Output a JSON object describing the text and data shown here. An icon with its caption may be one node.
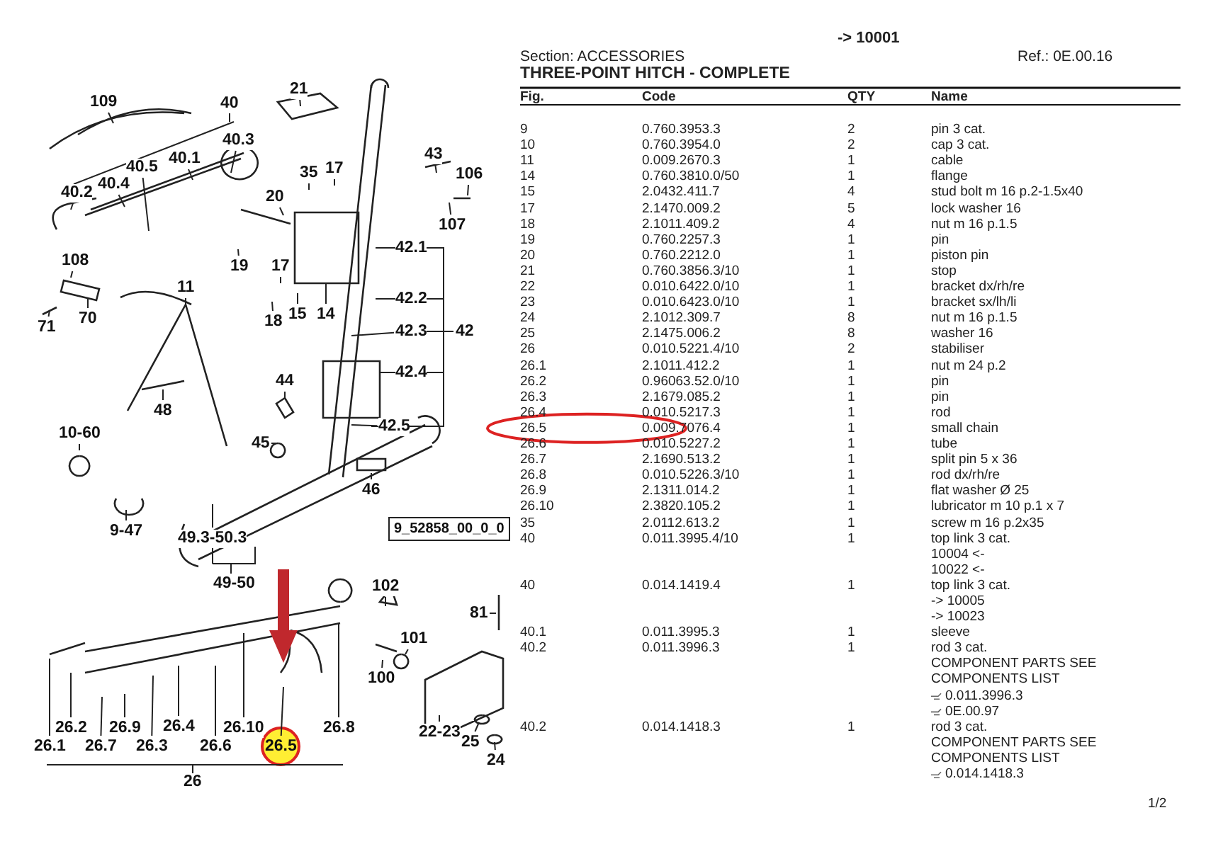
{
  "diagram": {
    "title": "THREE-POINT HITCH - COMPLETE",
    "nodes": [
      {
        "text": [
          "109"
        ]
      },
      {
        "text": [
          "40"
        ]
      },
      {
        "text": [
          "40.3"
        ]
      },
      {
        "text": [
          "21"
        ]
      },
      {
        "text": [
          "40.1"
        ]
      },
      {
        "text": [
          "40.5"
        ]
      },
      {
        "text": [
          "40.2"
        ]
      },
      {
        "text": [
          "40.4"
        ]
      },
      {
        "text": [
          "35"
        ]
      },
      {
        "text": [
          "17"
        ]
      },
      {
        "text": [
          "43"
        ]
      },
      {
        "text": [
          "106"
        ]
      },
      {
        "text": [
          "107"
        ]
      },
      {
        "text": [
          "20"
        ]
      },
      {
        "text": [
          "19"
        ]
      },
      {
        "text": [
          "42.1"
        ]
      },
      {
        "text": [
          "17"
        ]
      },
      {
        "text": [
          "108"
        ]
      },
      {
        "text": [
          "70"
        ]
      },
      {
        "text": [
          "71"
        ]
      },
      {
        "text": [
          "18"
        ]
      },
      {
        "text": [
          "15"
        ]
      },
      {
        "text": [
          "14"
        ]
      },
      {
        "text": [
          "42.2"
        ]
      },
      {
        "text": [
          "42.3"
        ]
      },
      {
        "text": [
          "42"
        ]
      },
      {
        "text": [
          "11"
        ]
      },
      {
        "text": [
          "42.4"
        ]
      },
      {
        "text": [
          "44"
        ]
      },
      {
        "text": [
          "48"
        ]
      },
      {
        "text": [
          "10-60"
        ]
      },
      {
        "text": [
          "45"
        ]
      },
      {
        "text": [
          "42.5"
        ]
      },
      {
        "text": [
          "46"
        ]
      },
      {
        "text": [
          "9-47"
        ]
      },
      {
        "text": [
          "9_52858_00_0_0"
        ]
      },
      {
        "text": [
          "49.3-50.3"
        ]
      },
      {
        "text": [
          "49-50"
        ]
      },
      {
        "text": [
          "102"
        ]
      },
      {
        "text": [
          "81"
        ]
      },
      {
        "text": [
          "101"
        ]
      },
      {
        "text": [
          "100"
        ]
      },
      {
        "text": [
          "22-23"
        ]
      },
      {
        "text": [
          "25"
        ]
      },
      {
        "text": [
          "24"
        ]
      },
      {
        "text": [
          "26.2"
        ]
      },
      {
        "text": [
          "26.9"
        ]
      },
      {
        "text": [
          "26.4"
        ]
      },
      {
        "text": [
          "26.10"
        ]
      },
      {
        "text": [
          "26.8"
        ]
      },
      {
        "text": [
          "26.1"
        ]
      },
      {
        "text": [
          "26.7"
        ]
      },
      {
        "text": [
          "26.3"
        ]
      },
      {
        "text": [
          "26.6"
        ]
      },
      {
        "text": [
          "26.5"
        ]
      },
      {
        "text": [
          "26"
        ]
      }
    ],
    "edges": [
      {
        "from": 0,
        "to": null,
        "arrow": "none"
      },
      {
        "from": 2,
        "to": null,
        "arrow": "none"
      },
      {
        "from": 3,
        "to": null,
        "arrow": "none"
      },
      {
        "from": 4,
        "to": null,
        "arrow": "none"
      },
      {
        "from": 5,
        "to": null,
        "arrow": "none"
      },
      {
        "from": 6,
        "to": null,
        "arrow": "none"
      },
      {
        "from": 7,
        "to": null,
        "arrow": "none"
      },
      {
        "from": 8,
        "to": null,
        "arrow": "none"
      },
      {
        "from": 9,
        "to": null,
        "arrow": "none"
      },
      {
        "from": 10,
        "to": null,
        "arrow": "none"
      },
      {
        "from": 11,
        "to": null,
        "arrow": "none"
      },
      {
        "from": 12,
        "to": null,
        "arrow": "none"
      },
      {
        "from": 13,
        "to": null,
        "arrow": "none"
      },
      {
        "from": 14,
        "to": null,
        "arrow": "none"
      },
      {
        "from": 15,
        "to": null,
        "arrow": "none"
      },
      {
        "from": 16,
        "to": null,
        "arrow": "none"
      },
      {
        "from": 17,
        "to": null,
        "arrow": "none"
      },
      {
        "from": 18,
        "to": null,
        "arrow": "none"
      },
      {
        "from": 19,
        "to": null,
        "arrow": "none"
      },
      {
        "from": 20,
        "to": null,
        "arrow": "none"
      },
      {
        "from": 21,
        "to": null,
        "arrow": "none"
      },
      {
        "from": 22,
        "to": null,
        "arrow": "none"
      },
      {
        "from": 23,
        "to": null,
        "arrow": "none"
      },
      {
        "from": 24,
        "to": null,
        "arrow": "none"
      },
      {
        "from": 26,
        "to": null,
        "arrow": "none"
      },
      {
        "from": 27,
        "to": null,
        "arrow": "none"
      },
      {
        "from": 28,
        "to": null,
        "arrow": "none"
      },
      {
        "from": 29,
        "to": null,
        "arrow": "none"
      },
      {
        "from": 30,
        "to": null,
        "arrow": "none"
      },
      {
        "from": 31,
        "to": null,
        "arrow": "none"
      },
      {
        "from": 32,
        "to": null,
        "arrow": "none"
      },
      {
        "from": 33,
        "to": null,
        "arrow": "none"
      },
      {
        "from": 34,
        "to": null,
        "arrow": "none"
      },
      {
        "from": 36,
        "to": null,
        "arrow": "none"
      },
      {
        "from": 38,
        "to": null,
        "arrow": "none"
      },
      {
        "from": 39,
        "to": null,
        "arrow": "none"
      },
      {
        "from": 40,
        "to": null,
        "arrow": "none"
      },
      {
        "from": 41,
        "to": null,
        "arrow": "none"
      },
      {
        "from": 42,
        "to": null,
        "arrow": "none"
      },
      {
        "from": 43,
        "to": null,
        "arrow": "none"
      },
      {
        "from": 44,
        "to": null,
        "arrow": "none"
      },
      {
        "from": 45,
        "to": null,
        "arrow": "none"
      },
      {
        "from": 46,
        "to": null,
        "arrow": "none"
      },
      {
        "from": 47,
        "to": null,
        "arrow": "none"
      },
      {
        "from": 48,
        "to": null,
        "arrow": "none"
      },
      {
        "from": 49,
        "to": null,
        "arrow": "none"
      },
      {
        "from": 50,
        "to": null,
        "arrow": "none"
      },
      {
        "from": 51,
        "to": null,
        "arrow": "none"
      },
      {
        "from": 52,
        "to": null,
        "arrow": "none"
      },
      {
        "from": 53,
        "to": null,
        "arrow": "none"
      },
      {
        "from": 54,
        "to": null,
        "arrow": "none"
      }
    ],
    "labels": [
      "-> 10001",
      "Section: ACCESSORIES",
      "Ref.: 0E.00.16",
      "Fig.",
      "Code",
      "QTY",
      "Name",
      "9",
      "0.760.3953.3",
      "2",
      "pin 3 cat.",
      "10",
      "0.760.3954.0",
      "2",
      "cap 3 cat.",
      "11",
      "0.009.2670.3",
      "1",
      "cable",
      "14",
      "0.760.3810.0/50",
      "1",
      "flange",
      "15",
      "2.0432.411.7",
      "4",
      "stud bolt m 16 p.2-1.5x40",
      "17",
      "2.1470.009.2",
      "5",
      "lock washer 16",
      "18",
      "2.1011.409.2",
      "4",
      "nut m 16 p.1.5",
      "19",
      "0.760.2257.3",
      "1",
      "pin",
      "20",
      "0.760.2212.0",
      "1",
      "piston pin",
      "21",
      "0.760.3856.3/10",
      "1",
      "stop",
      "22",
      "0.010.6422.0/10",
      "1",
      "bracket dx/rh/re",
      "23",
      "0.010.6423.0/10",
      "1",
      "bracket sx/lh/li",
      "24",
      "2.1012.309.7",
      "8",
      "nut m 16 p.1.5",
      "25",
      "2.1475.006.2",
      "8",
      "washer 16",
      "26",
      "0.010.5221.4/10",
      "2",
      "stabiliser",
      "26.1",
      "2.1011.412.2",
      "1",
      "nut m 24 p.2",
      "26.2",
      "0.96063.52.0/10",
      "1",
      "pin",
      "26.3",
      "2.1679.085.2",
      "1",
      "pin",
      "26.4",
      "0.010.5217.3",
      "1",
      "rod",
      "26.5",
      "0.009.7076.4",
      "1",
      "small chain",
      "26.6",
      "0.010.5227.2",
      "1",
      "tube",
      "26.7",
      "2.1690.513.2",
      "1",
      "split pin 5 x 36",
      "26.8",
      "0.010.5226.3/10",
      "1",
      "rod dx/rh/re",
      "26.9",
      "2.1311.014.2",
      "1",
      "flat washer Ø 25",
      "26.10",
      "2.3820.105.2",
      "1",
      "lubricator m 10 p.1 x 7",
      "35",
      "2.0112.613.2",
      "1",
      "screw m 16 p.2x35",
      "40",
      "0.011.3995.4/10",
      "1",
      "top link 3 cat.",
      "10004 <-",
      "10022 <-",
      "40",
      "0.014.1419.4",
      "1",
      "top link 3 cat.",
      "-> 10005",
      "-> 10023",
      "40.1",
      "0.011.3995.3",
      "1",
      "sleeve",
      "40.2",
      "0.011.3996.3",
      "1",
      "rod 3 cat.",
      "COMPONENT PARTS SEE COMPONENTS LIST",
      "0.011.3996.3",
      "0E.00.97",
      "40.2",
      "0.014.1418.3",
      "1",
      "rod 3 cat.",
      "COMPONENT PARTS SEE COMPONENTS LIST",
      "0.014.1418.3",
      "1/2"
    ]
  }
}
